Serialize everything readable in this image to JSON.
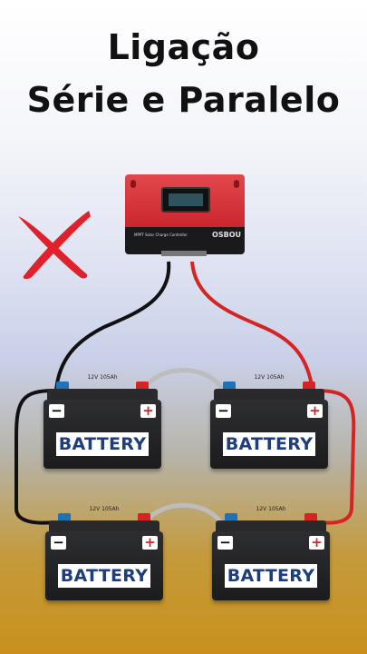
{
  "title": {
    "line1": "Ligação",
    "line2": "Série e Paralelo"
  },
  "controller": {
    "brand": "OSBOU",
    "model_text": "MPPT  Solar Charge Controller"
  },
  "batteries": [
    {
      "label": "BATTERY",
      "spec": "12V 105Ah",
      "neg": "−",
      "pos": "+"
    },
    {
      "label": "BATTERY",
      "spec": "12V 105Ah",
      "neg": "−",
      "pos": "+"
    },
    {
      "label": "BATTERY",
      "spec": "12V 105Ah",
      "neg": "−",
      "pos": "+"
    },
    {
      "label": "BATTERY",
      "spec": "12V 105Ah",
      "neg": "−",
      "pos": "+"
    }
  ],
  "icons": {
    "wrong_mark": "x-icon"
  },
  "colors": {
    "negative_wire": "#111111",
    "positive_wire": "#d42424",
    "series_link": "#bdbdbd",
    "x_mark": "#e0202a",
    "label_text": "#1f3d7a"
  }
}
